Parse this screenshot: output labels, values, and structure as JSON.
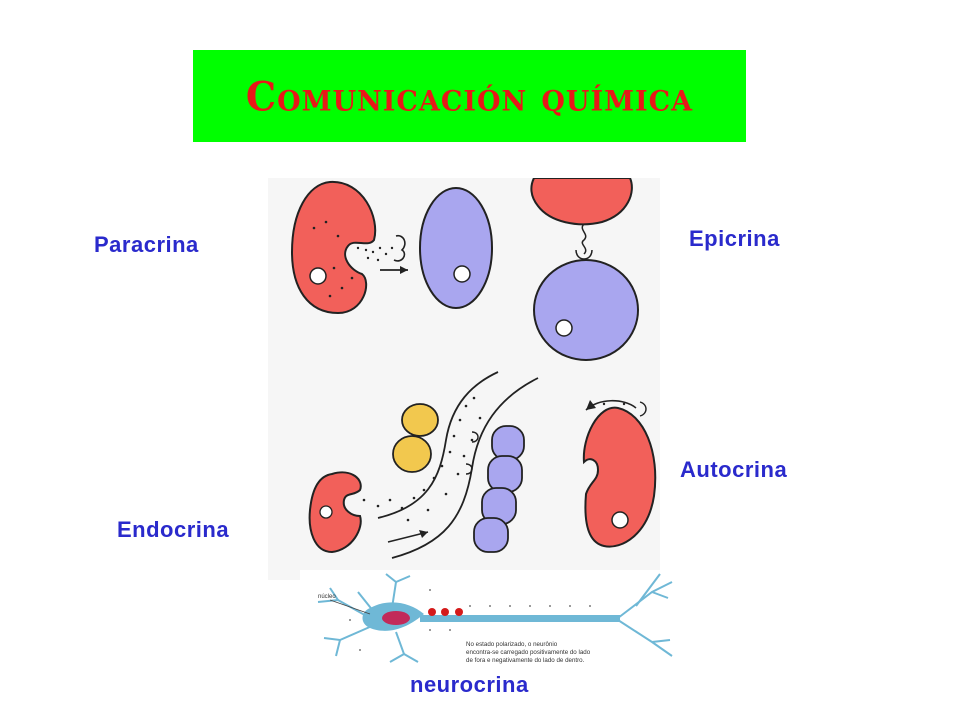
{
  "title": "Comunicación química",
  "labels": {
    "paracrina": "Paracrina",
    "epicrina": "Epicrina",
    "autocrina": "Autocrina",
    "endocrina": "Endocrina",
    "neurocrina": "neurocrina"
  },
  "neuron_caption": {
    "nucleo": "núcleo",
    "line1": "No estado polarizado, o neurônio",
    "line2": "encontra-se carregado positivamente do lado",
    "line3": "de fora e negativamente do lado de dentro."
  },
  "colors": {
    "title_bg": "#00ff00",
    "title_text": "#e81818",
    "label": "#2a2acc",
    "cell_red": "#f2605a",
    "cell_blue": "#a9a6ef",
    "cell_yellow": "#f2c84e",
    "neuron": "#6fb8d6",
    "nucleus": "#c22a5a",
    "vesicle": "#d41a1a"
  }
}
